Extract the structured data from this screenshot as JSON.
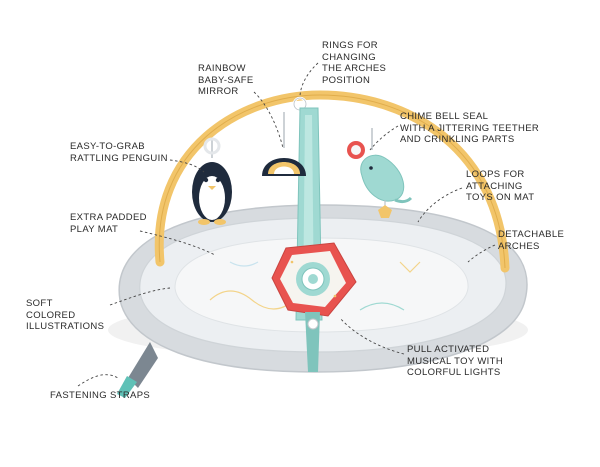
{
  "callouts": {
    "rings": "RINGS FOR\nCHANGING\nTHE ARCHES\nPOSITION",
    "mirror": "RAINBOW\nBABY-SAFE\nMIRROR",
    "chime": "CHIME BELL SEAL\nWITH A JITTERING TEETHER\nAND CRINKLING PARTS",
    "penguin": "EASY-TO-GRAB\nRATTLING PENGUIN",
    "loops": "LOOPS FOR\nATTACHING\nTOYS ON MAT",
    "padded": "EXTRA PADDED\nPLAY MAT",
    "arches": "DETACHABLE\nARCHES",
    "soft": "SOFT\nCOLORED\nILLUSTRATIONS",
    "pull": "PULL ACTIVATED\nMUSICAL TOY WITH\nCOLORFUL LIGHTS",
    "straps": "FASTENING STRAPS"
  },
  "colors": {
    "arch": "#f2c56a",
    "mat": "#e6e9ec",
    "mat_edge": "#c9ced3",
    "mint": "#9fd9d2",
    "coral": "#e8534f",
    "navy": "#1f2b3d",
    "leader": "#444444"
  },
  "icons": [
    "penguin-icon",
    "mirror-icon",
    "seal-icon",
    "musical-toy-icon",
    "ring-icon"
  ]
}
